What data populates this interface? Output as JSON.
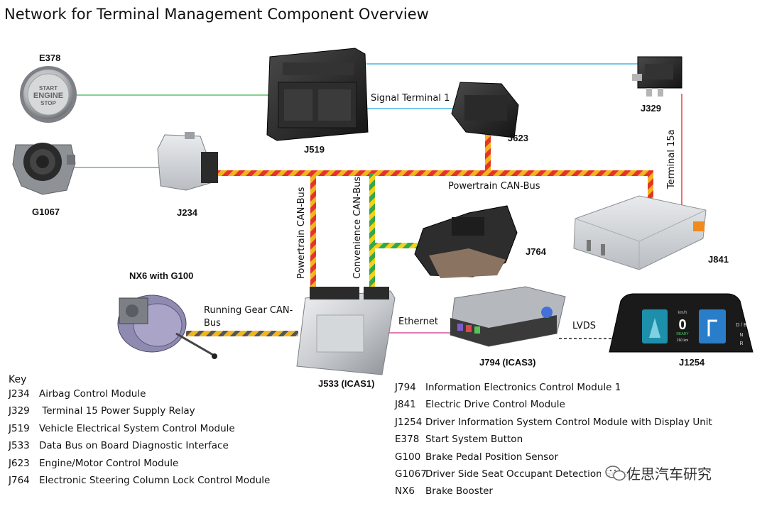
{
  "title": "Network for Terminal Management Component Overview",
  "components": {
    "e378": "E378",
    "g1067": "G1067",
    "j234": "J234",
    "j519": "J519",
    "j623": "J623",
    "j329": "J329",
    "j841": "J841",
    "j764": "J764",
    "nx6": "NX6 with G100",
    "j533": "J533 (ICAS1)",
    "j794": "J794 (ICAS3)",
    "j1254": "J1254"
  },
  "start_button_text": [
    "START",
    "ENGINE",
    "STOP"
  ],
  "cluster": {
    "speed": "0",
    "speed_unit": "km/h",
    "ready": "READY",
    "range": "260 km",
    "gears": [
      "D / B",
      "N",
      "R"
    ]
  },
  "connections": {
    "signal_terminal": "Signal Terminal 1",
    "terminal_15a": "Terminal 15a",
    "powertrain_bus_h": "Powertrain CAN-Bus",
    "powertrain_bus_v": "Powertrain CAN-Bus",
    "convenience_bus": "Convenience CAN-Bus",
    "running_gear_line1": "Running Gear CAN-",
    "running_gear_line2": "Bus",
    "ethernet": "Ethernet",
    "lvds": "LVDS"
  },
  "colors": {
    "terminal_line": "#3db54a",
    "signal_line": "#1fa8e0",
    "terminal15a_line": "#e0242a",
    "powertrain_bus": [
      "#f3b51c",
      "#e5332a"
    ],
    "convenience_bus": [
      "#f3d21c",
      "#35a64a"
    ],
    "running_gear_bus": [
      "#f3b51c",
      "#444444"
    ],
    "ethernet_line": "#d12f8e",
    "lvds_line": "#222222"
  },
  "key": {
    "title": "Key",
    "left": [
      {
        "code": "J234",
        "desc": "Airbag Control Module"
      },
      {
        "code": "J329",
        "desc": " Terminal 15 Power Supply Relay"
      },
      {
        "code": "J519",
        "desc": "Vehicle Electrical System Control Module"
      },
      {
        "code": "J533",
        "desc": "Data Bus on Board Diagnostic Interface"
      },
      {
        "code": "J623",
        "desc": "Engine/Motor Control Module"
      },
      {
        "code": "J764",
        "desc": "Electronic Steering Column Lock Control Module"
      }
    ],
    "right": [
      {
        "code": "J794",
        "desc": "Information Electronics Control Module 1"
      },
      {
        "code": "J841",
        "desc": "Electric Drive Control Module"
      },
      {
        "code": "J1254",
        "desc": "Driver Information System Control Module with Display Unit"
      },
      {
        "code": "E378",
        "desc": "Start System Button"
      },
      {
        "code": "G100",
        "desc": "Brake Pedal Position Sensor"
      },
      {
        "code": "G1067",
        "desc": "Driver Side Seat Occupant Detection Sensor"
      },
      {
        "code": "NX6",
        "desc": "Brake Booster"
      }
    ]
  },
  "watermark": "佐思汽车研究"
}
